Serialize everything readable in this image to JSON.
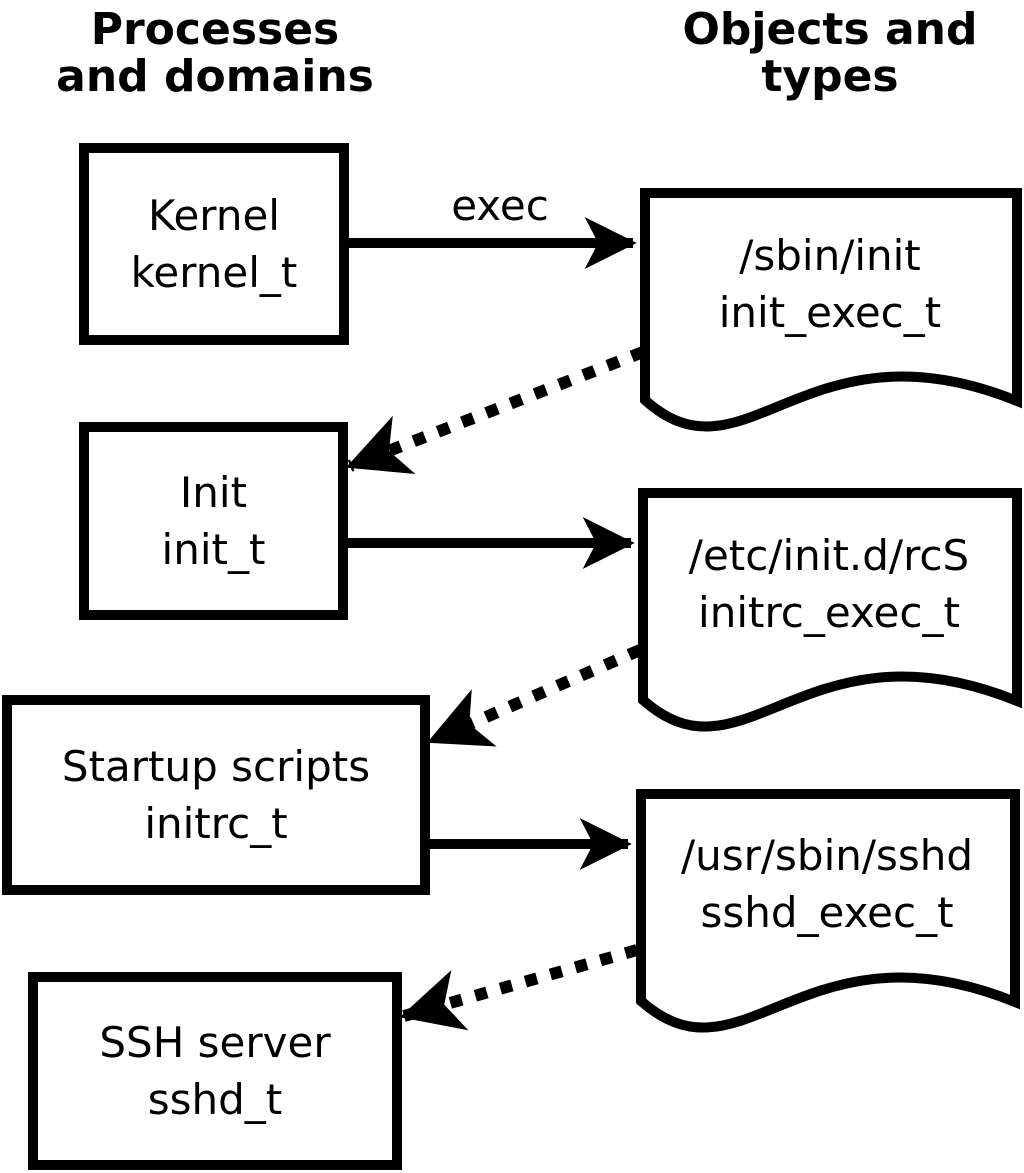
{
  "diagram": {
    "headers": {
      "left": {
        "line1": "Processes",
        "line2": "and domains"
      },
      "right": {
        "line1": "Objects and",
        "line2": "types"
      }
    },
    "processes": [
      {
        "name": "Kernel",
        "type": "kernel_t"
      },
      {
        "name": "Init",
        "type": "init_t"
      },
      {
        "name": "Startup scripts",
        "type": "initrc_t"
      },
      {
        "name": "SSH server",
        "type": "sshd_t"
      }
    ],
    "objects": [
      {
        "path": "/sbin/init",
        "type": "init_exec_t"
      },
      {
        "path": "/etc/init.d/rcS",
        "type": "initrc_exec_t"
      },
      {
        "path": "/usr/sbin/sshd",
        "type": "sshd_exec_t"
      }
    ],
    "edge_labels": {
      "exec": "exec"
    },
    "colors": {
      "stroke": "#000000",
      "background": "#ffffff"
    }
  }
}
